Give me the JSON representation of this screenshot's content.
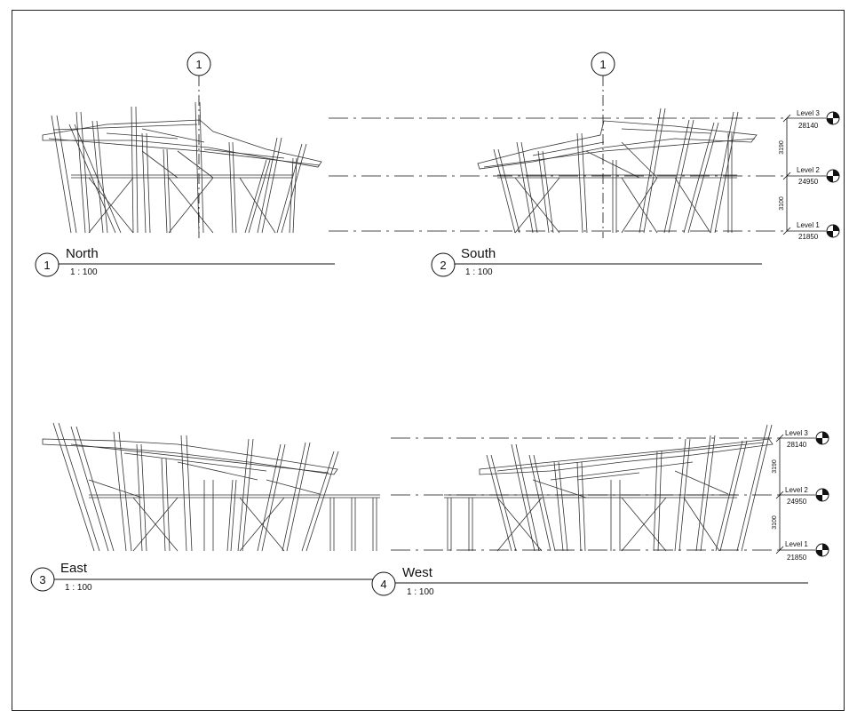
{
  "views": [
    {
      "number": "1",
      "title": "North",
      "scale": "1 : 100"
    },
    {
      "number": "2",
      "title": "South",
      "scale": "1 : 100"
    },
    {
      "number": "3",
      "title": "East",
      "scale": "1 : 100"
    },
    {
      "number": "4",
      "title": "West",
      "scale": "1 : 100"
    }
  ],
  "gridline": {
    "label": "1"
  },
  "levels": [
    {
      "name": "Level 3",
      "elevation": "28140"
    },
    {
      "name": "Level 2",
      "elevation": "24950"
    },
    {
      "name": "Level 1",
      "elevation": "21850"
    }
  ],
  "dimensions": {
    "upper": "3190",
    "lower": "3100"
  }
}
